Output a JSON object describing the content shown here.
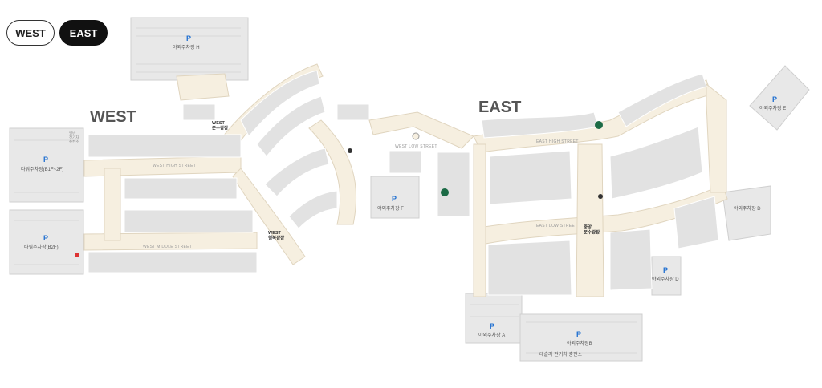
{
  "toggle": {
    "west_label": "WEST",
    "east_label": "EAST"
  },
  "zones": {
    "west_title": "WEST",
    "east_title": "EAST"
  },
  "parking": {
    "outdoor_h": "야외주차장 H",
    "tower_ev": "일반\n전기차\n충전소",
    "tower_b1_2f": "타워주차장(B1F~2F)",
    "tower_b2f": "타워주차장(B2F)",
    "outdoor_f": "야외주차장 F",
    "outdoor_e": "야외주차장 E",
    "outdoor_d_right": "야외주차장 D",
    "outdoor_d": "야외주차장 D",
    "outdoor_a": "야외주차장 A",
    "outdoor_b": "야외주차장B",
    "tesla_ev": "테슬라 전기차 충전소",
    "p_symbol": "P"
  },
  "streets": {
    "west_high": "WEST HIGH STREET",
    "west_middle": "WEST MIDDLE STREET",
    "west_low": "WEST LOW STREET",
    "east_high": "EAST HIGH STREET",
    "east_low": "EAST LOW STREET"
  },
  "plazas": {
    "west_fountain": "WEST\n분수광장",
    "west_event": "WEST\n행복광장",
    "central_fountain": "중앙\n분수광장"
  },
  "colors": {
    "walkway": "#f6efe0",
    "store": "#e2e2e2",
    "parking": "#e8e8e8",
    "parking_symbol": "#1f6fd1",
    "active_toggle": "#111111"
  }
}
